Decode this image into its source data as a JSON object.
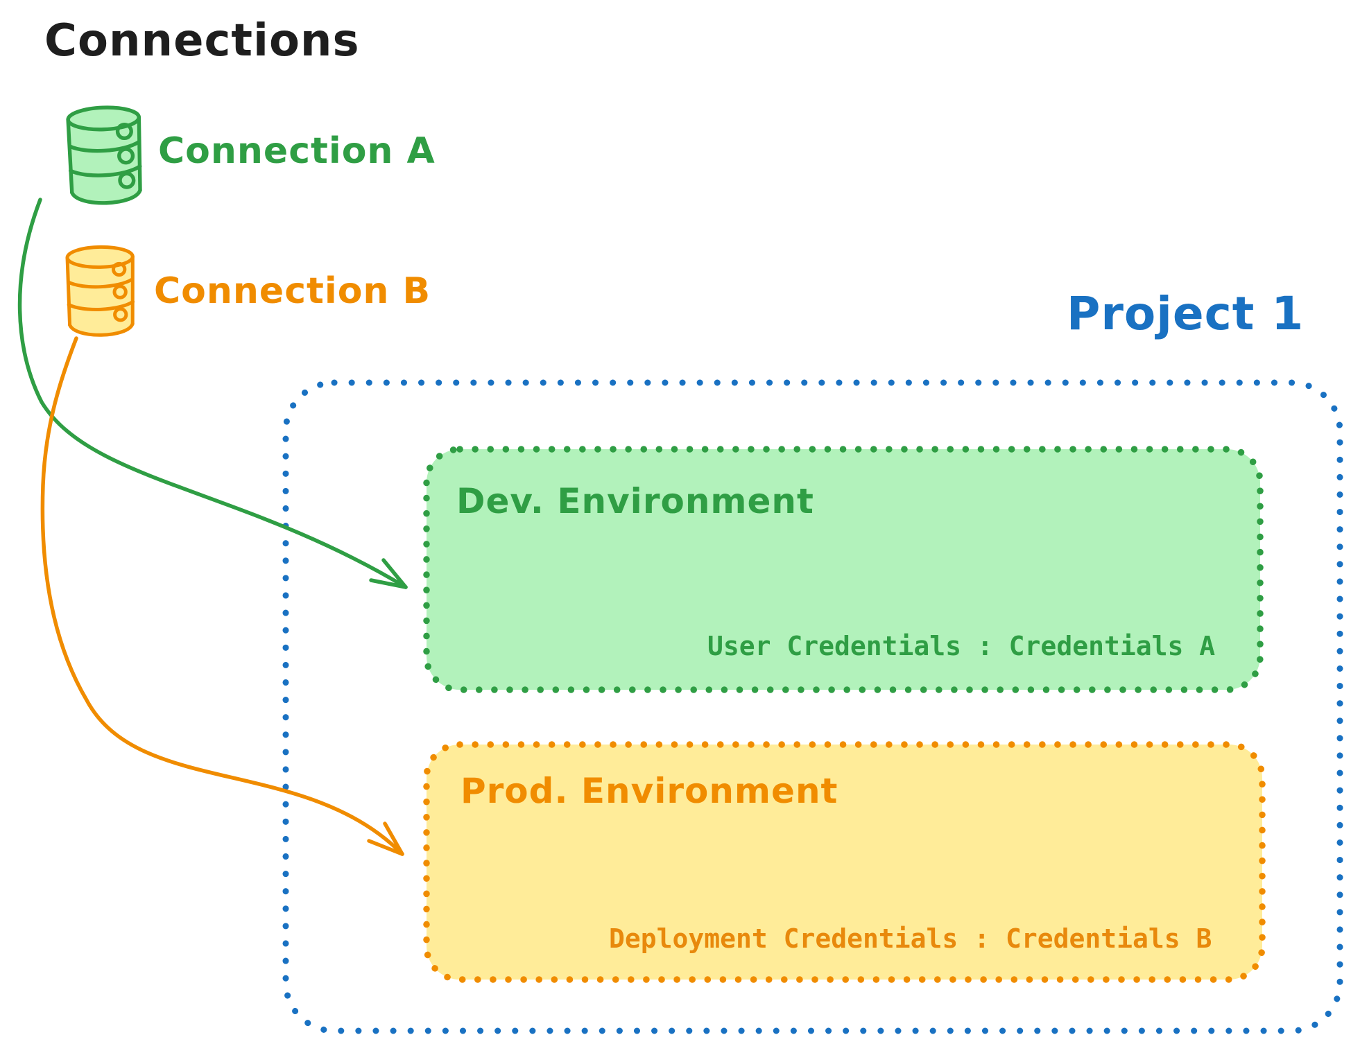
{
  "title": "Connections",
  "colors": {
    "ink_black": "#1e1e1e",
    "green_stroke": "#2f9e44",
    "green_fill": "#b2f2bb",
    "orange_stroke": "#f08c00",
    "orange_fill": "#ffec99",
    "orange_text": "#e8890c",
    "blue_stroke": "#1971c2"
  },
  "connections": [
    {
      "label": "Connection A",
      "icon": "database-icon",
      "color": "#2f9e44"
    },
    {
      "label": "Connection B",
      "icon": "database-icon",
      "color": "#f08c00"
    }
  ],
  "project": {
    "label": "Project 1",
    "environments": [
      {
        "name": "Dev. Environment",
        "credentials_text": "User Credentials : Credentials A"
      },
      {
        "name": "Prod. Environment",
        "credentials_text": "Deployment Credentials : Credentials B"
      }
    ]
  },
  "arrows": [
    {
      "name": "connection-a-to-dev-environment",
      "color": "#2f9e44"
    },
    {
      "name": "connection-b-to-prod-environment",
      "color": "#f08c00"
    }
  ]
}
